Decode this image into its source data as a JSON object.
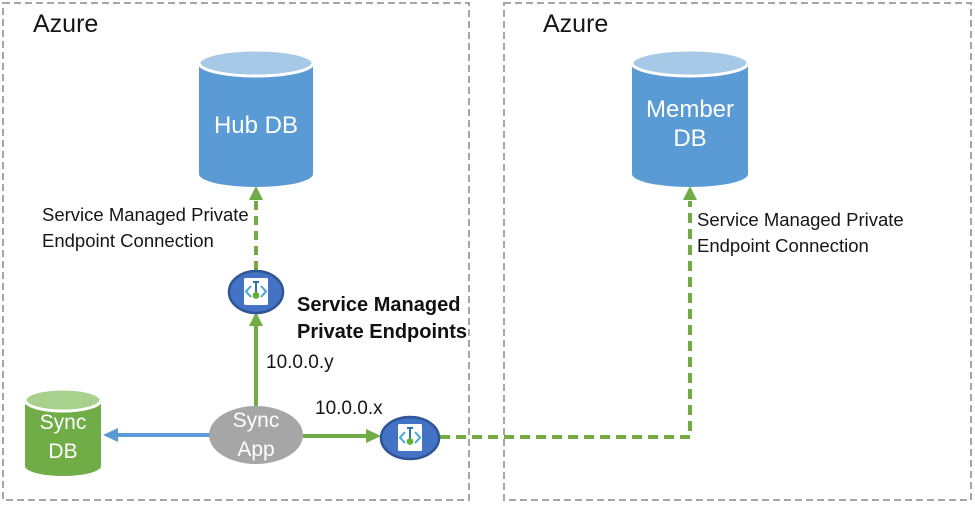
{
  "diagram": {
    "regions": {
      "left": {
        "title": "Azure"
      },
      "right": {
        "title": "Azure"
      }
    },
    "nodes": {
      "hub_db": {
        "label": "Hub DB",
        "type": "database"
      },
      "member_db": {
        "label": "Member DB",
        "type": "database"
      },
      "sync_db": {
        "label": "Sync DB",
        "type": "database"
      },
      "sync_app": {
        "label": "Sync App",
        "type": "app"
      }
    },
    "annotations": {
      "left_connection": "Service Managed Private Endpoint Connection",
      "right_connection": "Service Managed Private Endpoint Connection",
      "private_endpoints": "Service Managed Private Endpoints",
      "ip_y": "10.0.0.y",
      "ip_x": "10.0.0.x"
    },
    "icons": {
      "endpoint": "private-endpoint-icon"
    },
    "colors": {
      "db_blue_body": "#5B9BD5",
      "db_blue_top": "#A6C9E8",
      "db_green_body": "#70AD47",
      "db_green_top": "#A9D18E",
      "app_gray": "#A6A6A6",
      "endpoint_fill": "#4472C4",
      "endpoint_border": "#2F5597",
      "connector_green": "#70AD47",
      "connector_blue": "#5B9BD5",
      "region_border": "#A6A6A6",
      "icon_bracket_blue": "#47A7E0",
      "icon_line_blue": "#2E74B5",
      "icon_dot_green": "#68B030"
    }
  }
}
